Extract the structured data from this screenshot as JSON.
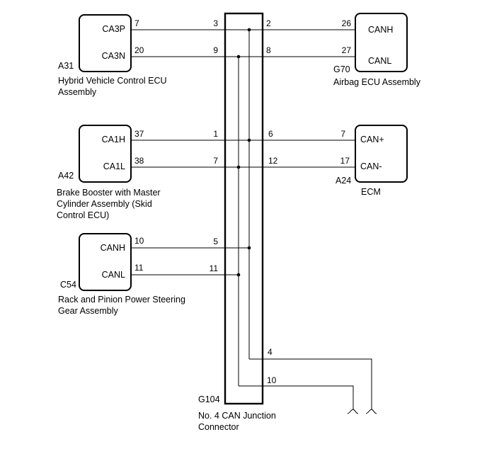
{
  "colors": {
    "line": "#000000",
    "background": "#ffffff"
  },
  "components": {
    "a31": {
      "code": "A31",
      "name_lines": [
        "Hybrid Vehicle Control ECU",
        "Assembly"
      ],
      "signals": [
        "CA3P",
        "CA3N"
      ],
      "pins": [
        "7",
        "20"
      ]
    },
    "a42": {
      "code": "A42",
      "name_lines": [
        "Brake Booster with Master",
        "Cylinder Assembly (Skid",
        "Control ECU)"
      ],
      "signals": [
        "CA1H",
        "CA1L"
      ],
      "pins": [
        "37",
        "38"
      ]
    },
    "c54": {
      "code": "C54",
      "name_lines": [
        "Rack and Pinion Power Steering",
        "Gear Assembly"
      ],
      "signals": [
        "CANH",
        "CANL"
      ],
      "pins": [
        "10",
        "11"
      ]
    },
    "g70": {
      "code": "G70",
      "name_lines": [
        "Airbag ECU Assembly"
      ],
      "signals": [
        "CANH",
        "CANL"
      ],
      "pins": [
        "26",
        "27"
      ]
    },
    "a24": {
      "code": "A24",
      "name_lines": [
        "ECM"
      ],
      "signals": [
        "CAN+",
        "CAN-"
      ],
      "pins": [
        "7",
        "17"
      ]
    }
  },
  "junction": {
    "code": "G104",
    "name_lines": [
      "No. 4 CAN Junction",
      "Connector"
    ],
    "left_pins": [
      "3",
      "9",
      "1",
      "7",
      "5",
      "11"
    ],
    "right_pins": [
      "2",
      "8",
      "6",
      "12",
      "4",
      "10"
    ]
  }
}
